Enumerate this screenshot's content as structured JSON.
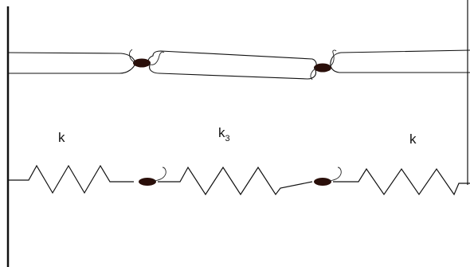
{
  "diagram": {
    "spring_labels": [
      {
        "main": "k",
        "sub": ""
      },
      {
        "main": "k",
        "sub": "3"
      },
      {
        "main": "k",
        "sub": ""
      }
    ]
  }
}
